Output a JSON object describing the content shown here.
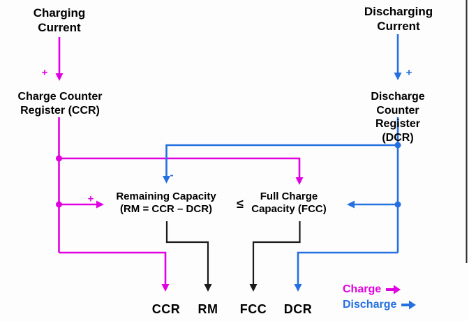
{
  "diagram": {
    "nodes": {
      "charging_current": "Charging\nCurrent",
      "charge_counter_register": "Charge Counter\nRegister (CCR)",
      "discharging_current": "Discharging\nCurrent",
      "discharge_counter_register": "Discharge Counter\nRegister (DCR)",
      "remaining_capacity": "Remaining Capacity\n(RM = CCR – DCR)",
      "comparison_operator": "≤",
      "full_charge_capacity": "Full Charge\nCapacity (FCC)"
    },
    "signs": {
      "charge_input_plus": "+",
      "discharge_input_plus": "+",
      "remaining_capacity_plus": "+",
      "remaining_capacity_minus": "-"
    },
    "outputs": [
      "CCR",
      "RM",
      "FCC",
      "DCR"
    ],
    "legend": {
      "charge_label": "Charge",
      "discharge_label": "Discharge"
    },
    "colors": {
      "charge": "#e000e0",
      "discharge": "#2470e0",
      "wire": "#1a1a1a",
      "text": "#000000"
    }
  }
}
